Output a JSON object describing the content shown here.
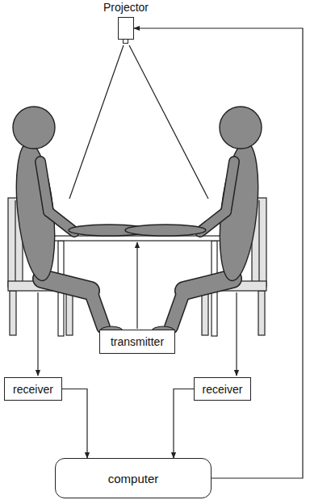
{
  "diagram": {
    "nodes": [
      {
        "text": [
          "Projector"
        ]
      },
      {
        "text": [
          "transmitter"
        ]
      },
      {
        "text": [
          "receiver"
        ]
      },
      {
        "text": [
          "receiver"
        ]
      },
      {
        "text": [
          "computer"
        ]
      }
    ],
    "edges": [
      {
        "from": 2,
        "to": 4,
        "arrow": "to"
      },
      {
        "from": 3,
        "to": 4,
        "arrow": "to"
      },
      {
        "from": 4,
        "to": 0,
        "arrow": "to"
      }
    ]
  }
}
